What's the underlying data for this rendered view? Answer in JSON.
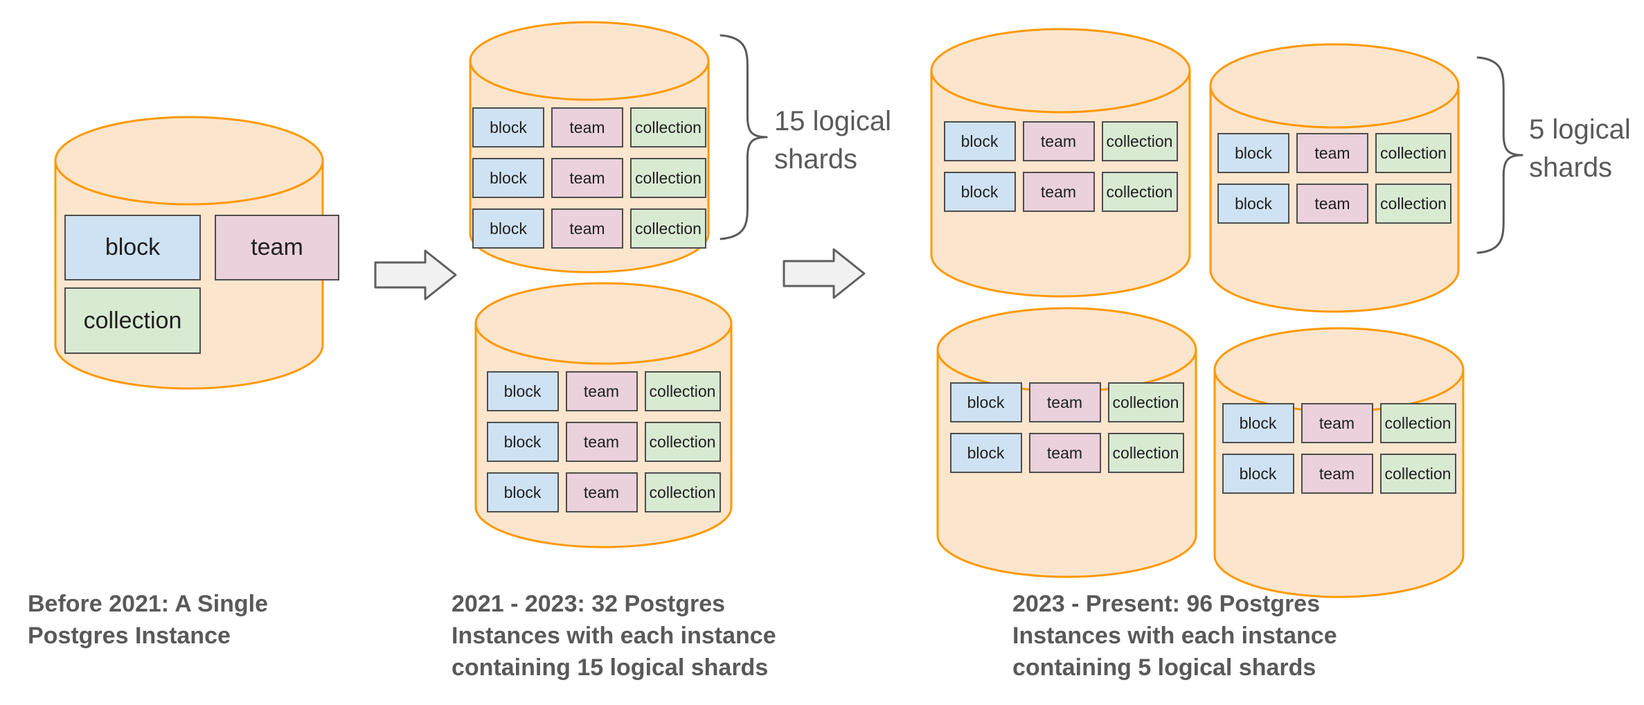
{
  "diagram": {
    "table_labels": [
      "block",
      "team",
      "collection"
    ],
    "stages": [
      {
        "id": "before-2021",
        "caption": "Before 2021: A Single\nPostgres Instance",
        "cylinders": [
          {
            "rows": 1,
            "layout": "single"
          }
        ]
      },
      {
        "id": "2021-2023",
        "caption": "2021 - 2023: 32 Postgres\nInstances with each instance\ncontaining 15 logical shards",
        "brace_label": "15 logical\nshards",
        "cylinders": [
          {
            "rows": 3
          },
          {
            "rows": 3
          }
        ]
      },
      {
        "id": "2023-present",
        "caption": "2023 - Present: 96 Postgres\nInstances with each instance\ncontaining 5 logical shards",
        "brace_label": "5 logical\nshards",
        "cylinders": [
          {
            "rows": 2
          },
          {
            "rows": 2
          },
          {
            "rows": 2
          },
          {
            "rows": 2
          }
        ]
      }
    ],
    "colors": {
      "cylinder_fill": "#fce5cd",
      "cylinder_stroke": "#ff9900",
      "block_fill": "#cfe2f3",
      "team_fill": "#ead1dc",
      "collection_fill": "#d9ead3",
      "box_border": "#4d4d4d",
      "box_text": "#1f1f1f",
      "arrow_fill": "#f1f1f1",
      "arrow_border": "#5f5f5f",
      "caption_text": "#595959",
      "brace": "#595959"
    }
  }
}
